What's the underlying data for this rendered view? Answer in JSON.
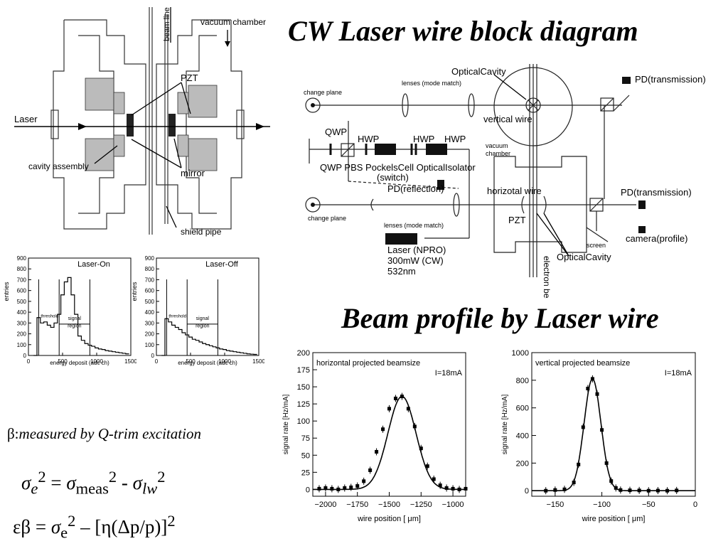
{
  "titles": {
    "block": "CW Laser wire block diagram",
    "profile": "Beam profile by Laser wire"
  },
  "cavity_fig": {
    "beam_line": "beam line",
    "vacuum_chamber": "vacuum chamber",
    "pzt": "PZT",
    "laser": "Laser",
    "cavity_assembly": "cavity assembly",
    "mirror": "mirror",
    "shield_pipe": "shield pipe"
  },
  "block_fig": {
    "optical_cavity_top": "OpticalCavity",
    "pd_transmission_1": "PD(transmission)",
    "change_plane_1": "change plane",
    "lenses_1": "lenses (mode match)",
    "vertical_wire": "vertical wire",
    "qwp_top": "QWP",
    "hwp1": "HWP",
    "hwp2": "HWP",
    "hwp3": "HWP",
    "vacuum_chamber": "vacuum chamber",
    "row_labels": "QWP PBS PockelsCell OpticalIsolator",
    "switch": "(switch)",
    "pd_reflection": "PD(reflection)",
    "horizontal_wire": "horizotal wire",
    "pd_transmission_2": "PD(transmission)",
    "change_plane_2": "change plane",
    "lenses_2": "lenses (mode match)",
    "pzt": "PZT",
    "screen": "screen",
    "camera": "camera(profile)",
    "laser_line1": "Laser (NPRO)",
    "laser_line2": "300mW (CW)",
    "laser_line3": "532nm",
    "electron_beam_line": "electron beam line",
    "optical_cavity_bottom": "OpticalCavity"
  },
  "hist_on": {
    "title": "Laser-On",
    "ylabel": "entries",
    "xlabel": "energy deposit (adc ch)",
    "yticks": [
      "0",
      "100",
      "200",
      "300",
      "400",
      "500",
      "600",
      "700",
      "800",
      "900"
    ],
    "xticks": [
      "0",
      "500",
      "1000",
      "1500"
    ],
    "threshold": "threshold",
    "signal": "signal",
    "region": "region"
  },
  "hist_off": {
    "title": "Laser-Off",
    "ylabel": "entries",
    "xlabel": "energy deposit (adc ch)",
    "yticks": [
      "0",
      "100",
      "200",
      "300",
      "400",
      "500",
      "600",
      "700",
      "800",
      "900"
    ],
    "xticks": [
      "0",
      "500",
      "1000",
      "1500"
    ],
    "threshold": "threshold",
    "signal": "signal",
    "region": "region"
  },
  "beam_h": {
    "title": "horizontal projected beamsize",
    "current": "I=18mA",
    "ylabel": "signal rate [Hz/mA]",
    "xlabel": "wire position [   μm]",
    "yticks": [
      "0",
      "25",
      "50",
      "75",
      "100",
      "125",
      "150",
      "175",
      "200"
    ],
    "xticks": [
      "−2000",
      "−1750",
      "−1500",
      "−1250",
      "−1000"
    ]
  },
  "beam_v": {
    "title": "vertical projected beamsize",
    "current": "I=18mA",
    "ylabel": "signal rate [Hz/mA]",
    "xlabel": "wire position [  μm]",
    "yticks": [
      "0",
      "200",
      "400",
      "600",
      "800",
      "1000"
    ],
    "xticks": [
      "−150",
      "−100",
      "−50",
      "0"
    ]
  },
  "beta_note": {
    "symbol": "β:",
    "text": "measured by Q-trim excitation"
  },
  "chart_data": [
    {
      "type": "bar",
      "title": "Laser-On",
      "xlabel": "energy deposit (adc ch)",
      "ylabel": "entries",
      "xlim": [
        0,
        1500
      ],
      "ylim": [
        0,
        900
      ],
      "x": [
        100,
        150,
        200,
        250,
        300,
        350,
        400,
        450,
        500,
        550,
        600,
        650,
        700,
        750,
        800,
        850,
        900,
        950,
        1000,
        1050,
        1100,
        1150,
        1200,
        1250,
        1300,
        1350,
        1400,
        1450
      ],
      "values": [
        0,
        350,
        300,
        310,
        280,
        260,
        300,
        380,
        560,
        680,
        720,
        560,
        380,
        180,
        140,
        110,
        95,
        85,
        70,
        60,
        55,
        45,
        40,
        35,
        30,
        25,
        20,
        15
      ]
    },
    {
      "type": "bar",
      "title": "Laser-Off",
      "xlabel": "energy deposit (adc ch)",
      "ylabel": "entries",
      "xlim": [
        0,
        1500
      ],
      "ylim": [
        0,
        900
      ],
      "x": [
        100,
        150,
        200,
        250,
        300,
        350,
        400,
        450,
        500,
        550,
        600,
        650,
        700,
        750,
        800,
        850,
        900,
        950,
        1000,
        1050,
        1100,
        1150,
        1200,
        1250,
        1300,
        1350,
        1400,
        1450
      ],
      "values": [
        0,
        340,
        310,
        280,
        260,
        240,
        210,
        190,
        170,
        150,
        140,
        125,
        110,
        100,
        90,
        80,
        70,
        60,
        55,
        45,
        40,
        35,
        30,
        25,
        20,
        15,
        12,
        10
      ]
    },
    {
      "type": "scatter",
      "title": "horizontal projected beamsize",
      "xlabel": "wire position [   μm]",
      "ylabel": "signal rate [Hz/mA]",
      "xlim": [
        -2100,
        -900
      ],
      "ylim": [
        -10,
        200
      ],
      "x": [
        -2050,
        -2000,
        -1950,
        -1900,
        -1850,
        -1800,
        -1750,
        -1700,
        -1650,
        -1600,
        -1550,
        -1500,
        -1450,
        -1400,
        -1350,
        -1300,
        -1250,
        -1200,
        -1150,
        -1100,
        -1050,
        -1000,
        -950,
        -900
      ],
      "values": [
        1,
        2,
        1,
        0,
        2,
        3,
        5,
        12,
        28,
        55,
        88,
        118,
        133,
        136,
        118,
        92,
        60,
        34,
        15,
        6,
        2,
        1,
        0,
        1
      ]
    },
    {
      "type": "scatter",
      "title": "vertical projected beamsize",
      "xlabel": "wire position [  μm]",
      "ylabel": "signal rate [Hz/mA]",
      "xlim": [
        -175,
        0
      ],
      "ylim": [
        -40,
        1000
      ],
      "x": [
        -160,
        -150,
        -140,
        -130,
        -125,
        -120,
        -115,
        -110,
        -105,
        -100,
        -95,
        -90,
        -85,
        -80,
        -70,
        -60,
        -50,
        -40,
        -30,
        -20
      ],
      "values": [
        0,
        5,
        10,
        60,
        190,
        460,
        740,
        810,
        700,
        440,
        200,
        70,
        20,
        5,
        3,
        2,
        0,
        1,
        0,
        2
      ]
    }
  ]
}
